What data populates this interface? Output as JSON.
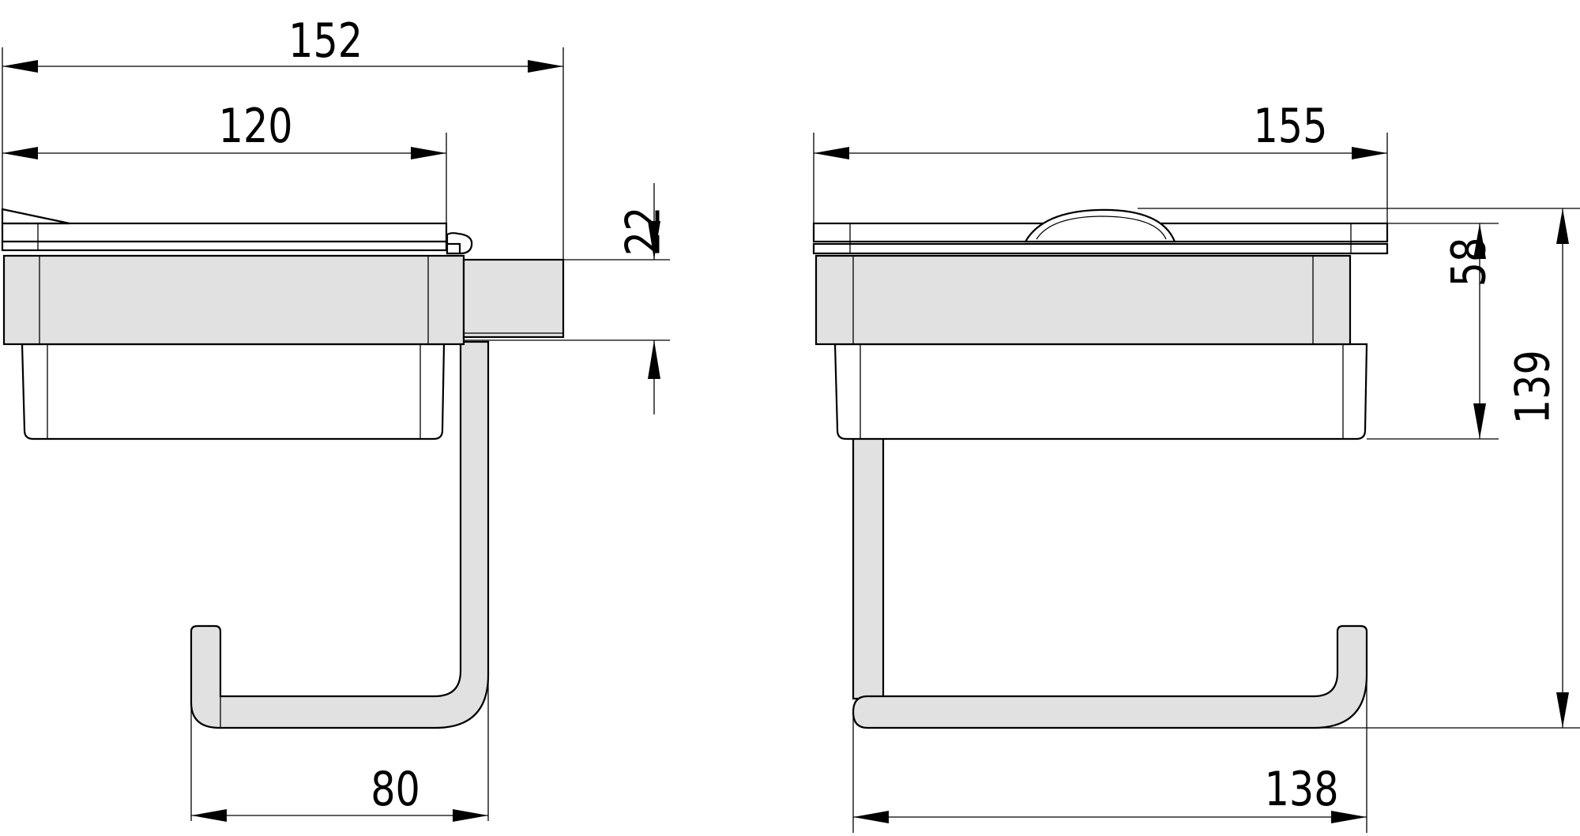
{
  "drawing": {
    "left_view": {
      "overall_width": "152",
      "shelf_width": "120",
      "shelf_height": "22",
      "arm_width": "80"
    },
    "right_view": {
      "overall_width": "155",
      "upper_height": "58",
      "overall_height": "139",
      "arm_width": "138"
    }
  }
}
